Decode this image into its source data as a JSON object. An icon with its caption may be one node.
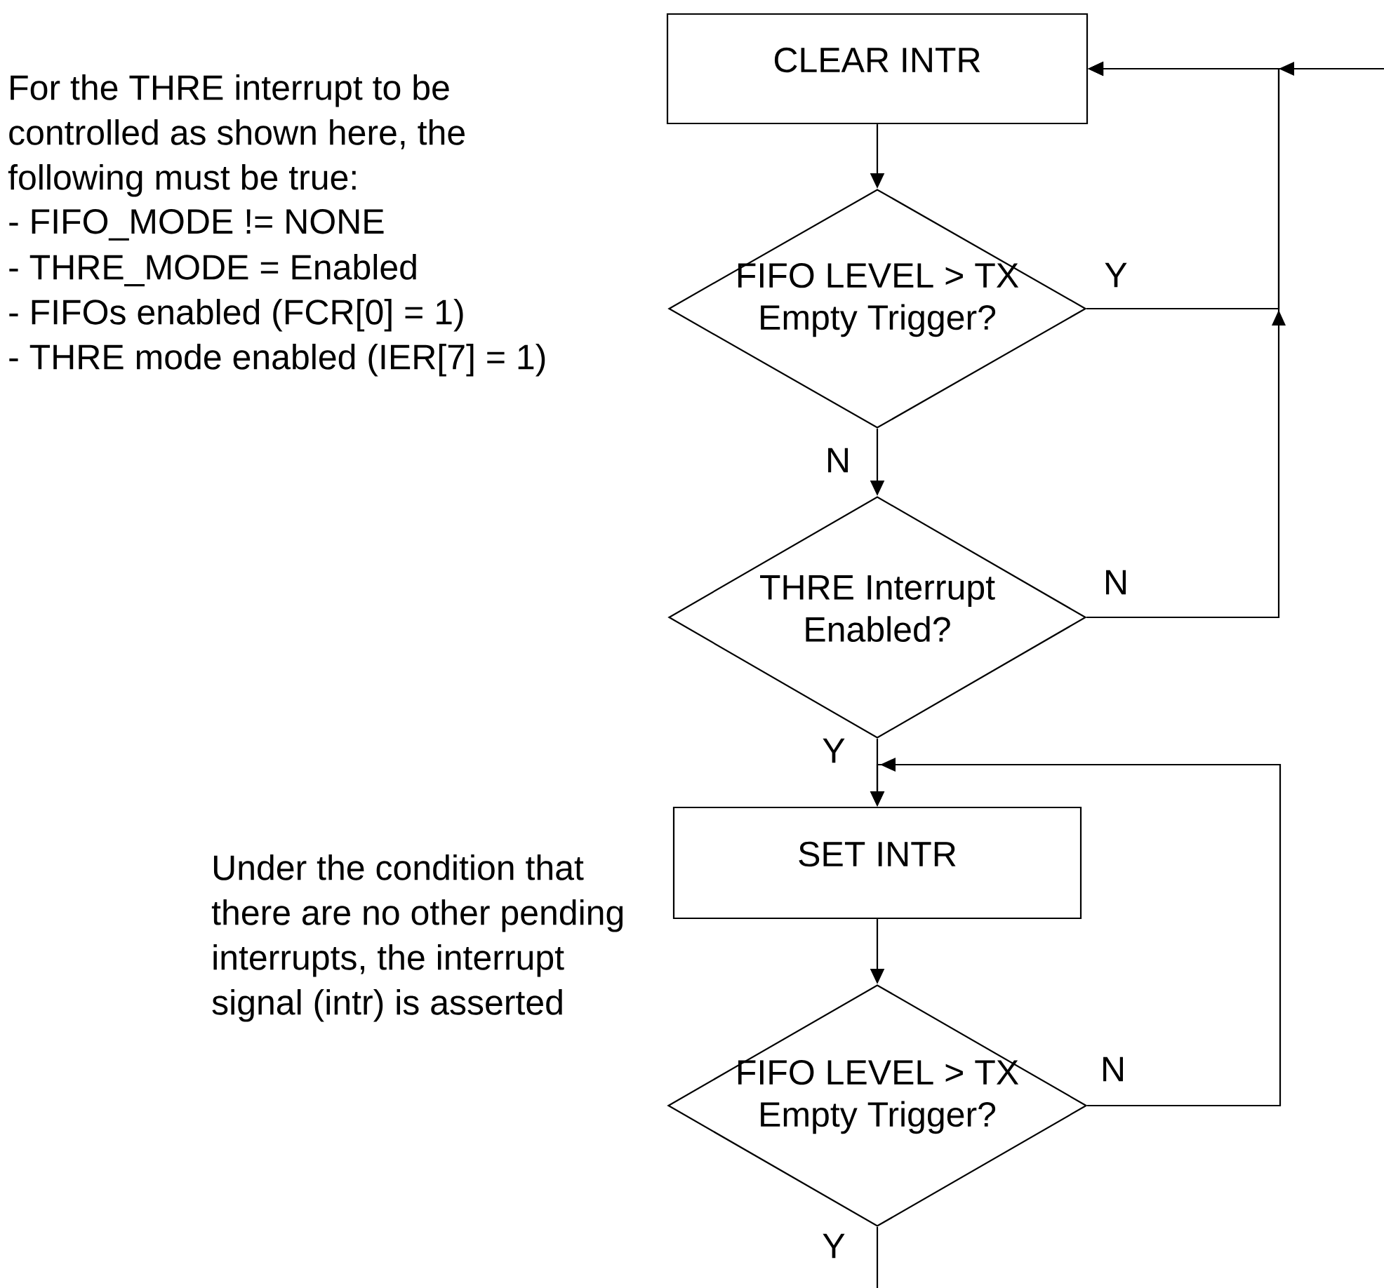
{
  "diagram": {
    "nodes": [
      {
        "text": [
          "CLEAR INTR"
        ]
      },
      {
        "text": [
          "FIFO LEVEL > TX Empty Trigger?"
        ]
      },
      {
        "text": [
          "THRE Interrupt Enabled?"
        ]
      },
      {
        "text": [
          "SET INTR"
        ]
      },
      {
        "text": [
          "FIFO LEVEL > TX Empty Trigger?"
        ]
      }
    ],
    "edges": [
      {
        "from": null,
        "to": 0,
        "arrow": "to"
      },
      {
        "from": 1,
        "to": 0,
        "arrow": "to",
        "label": "Y"
      },
      {
        "from": 2,
        "to": 0,
        "arrow": "to",
        "label": "N"
      },
      {
        "from": 0,
        "to": 1,
        "arrow": "to"
      },
      {
        "from": 1,
        "to": 2,
        "arrow": "to",
        "label": "N"
      },
      {
        "from": 2,
        "to": 3,
        "arrow": "to",
        "label": "Y"
      },
      {
        "from": 3,
        "to": 4,
        "arrow": "to"
      },
      {
        "from": 4,
        "to": 3,
        "arrow": "to",
        "label": "N"
      },
      {
        "from": 4,
        "to": null,
        "arrow": "none",
        "label": "Y"
      }
    ],
    "labels": [
      "For the THRE interrupt to be controlled as shown here, the following must be true:",
      "- FIFO_MODE != NONE",
      "- THRE_MODE = Enabled",
      "- FIFOs enabled (FCR[0] = 1)",
      "- THRE mode enabled (IER[7] = 1)",
      "Under the condition that there are no other pending interrupts, the interrupt signal (intr) is asserted"
    ]
  }
}
